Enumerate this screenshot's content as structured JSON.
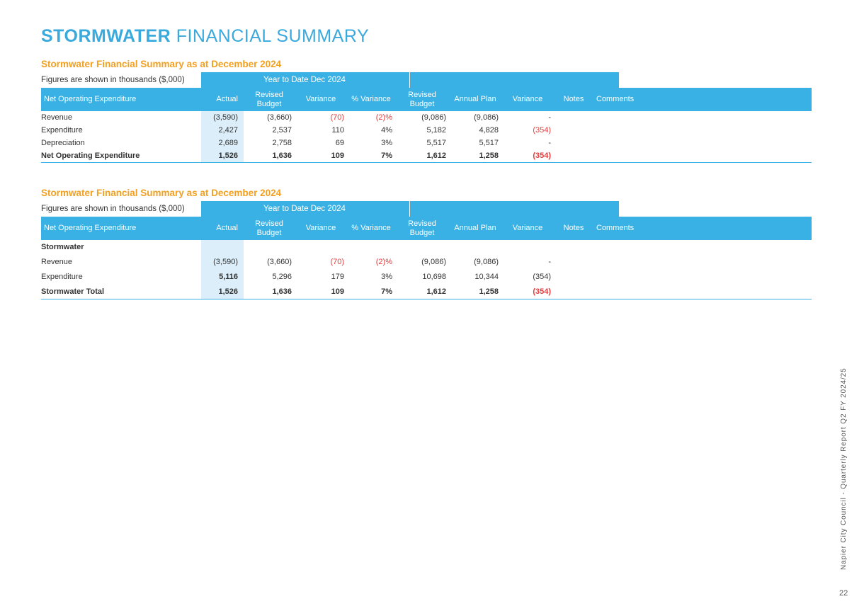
{
  "page_title": {
    "bold": "STORMWATER",
    "light": "FINANCIAL SUMMARY"
  },
  "table1": {
    "title": "Stormwater Financial Summary as at December 2024",
    "figures_note": "Figures are shown in thousands ($,000)",
    "ytd_label": "Year to Date  Dec 2024",
    "headers": {
      "net": "Net Operating Expenditure",
      "actual": "Actual",
      "revised_budget": "Revised Budget",
      "variance": "Variance",
      "pct_variance": "% Variance",
      "revised_budget2": "Revised Budget",
      "annual_plan": "Annual Plan",
      "variance2": "Variance",
      "notes": "Notes",
      "comments": "Comments"
    },
    "rows": [
      {
        "label": "Revenue",
        "actual": "(3,590)",
        "revised_budget": "(3,660)",
        "variance": "(70)",
        "pct_variance": "(2)%",
        "revised_budget2": "(9,086)",
        "annual_plan": "(9,086)",
        "variance2": "-"
      },
      {
        "label": "Expenditure",
        "actual": "2,427",
        "revised_budget": "2,537",
        "variance": "110",
        "pct_variance": "4%",
        "revised_budget2": "5,182",
        "annual_plan": "4,828",
        "variance2": "(354)"
      },
      {
        "label": "Depreciation",
        "actual": "2,689",
        "revised_budget": "2,758",
        "variance": "69",
        "pct_variance": "3%",
        "revised_budget2": "5,517",
        "annual_plan": "5,517",
        "variance2": "-"
      },
      {
        "label": "Net Operating Expenditure",
        "actual": "1,526",
        "revised_budget": "1,636",
        "variance": "109",
        "pct_variance": "7%",
        "revised_budget2": "1,612",
        "annual_plan": "1,258",
        "variance2": "(354)"
      }
    ]
  },
  "table2": {
    "title": "Stormwater Financial Summary as at December 2024",
    "figures_note": "Figures are shown in thousands ($,000)",
    "ytd_label": "Year to Date  Dec 2024",
    "headers": {
      "net": "Net Operating Expenditure",
      "actual": "Actual",
      "revised_budget": "Revised Budget",
      "variance": "Variance",
      "pct_variance": "% Variance",
      "revised_budget2": "Revised Budget",
      "annual_plan": "Annual Plan",
      "variance2": "Variance",
      "notes": "Notes",
      "comments": "Comments"
    },
    "subheading": "Stormwater",
    "rows": [
      {
        "label": "Revenue",
        "actual": "(3,590)",
        "revised_budget": "(3,660)",
        "variance": "(70)",
        "pct_variance": "(2)%",
        "revised_budget2": "(9,086)",
        "annual_plan": "(9,086)",
        "variance2": "-"
      },
      {
        "label": "Expenditure",
        "actual": "5,116",
        "revised_budget": "5,296",
        "variance": "179",
        "pct_variance": "3%",
        "revised_budget2": "10,698",
        "annual_plan": "10,344",
        "variance2": "(354)"
      },
      {
        "label": "Stormwater Total",
        "actual": "1,526",
        "revised_budget": "1,636",
        "variance": "109",
        "pct_variance": "7%",
        "revised_budget2": "1,612",
        "annual_plan": "1,258",
        "variance2": "(354)"
      }
    ]
  },
  "footer": {
    "side_text": "Napier City Council - Quarterly Report Q2 FY 2024/25",
    "page_number": "22"
  },
  "colors": {
    "brand_blue": "#3ab1e4",
    "title_blue": "#3aa9dc",
    "orange": "#f3a021",
    "negative_red": "#e33b3b",
    "actual_highlight": "#dbeefa"
  }
}
